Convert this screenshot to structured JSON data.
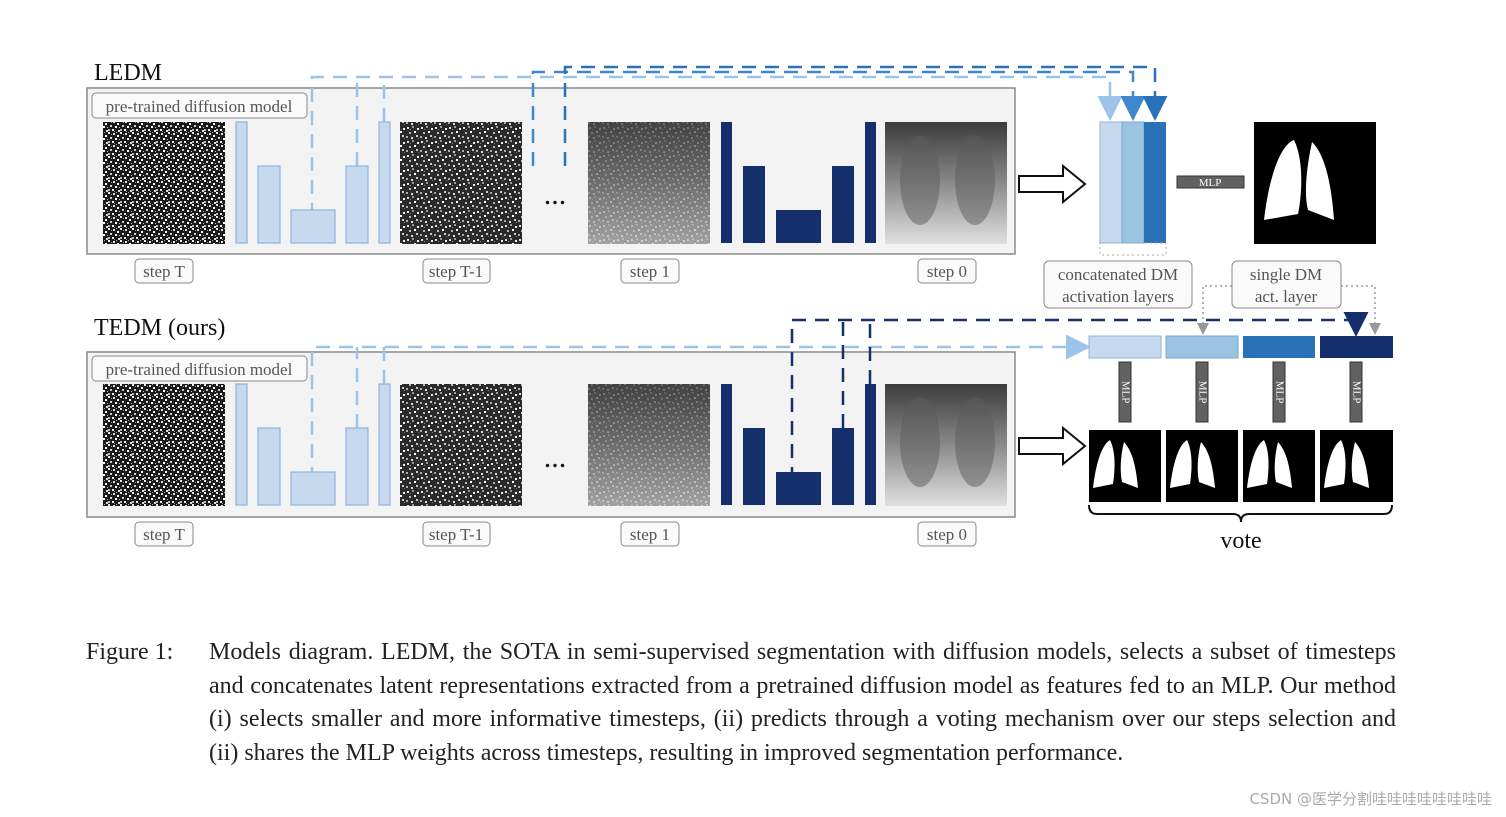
{
  "ledm": {
    "title": "LEDM",
    "box_label": "pre-trained diffusion model",
    "steps": [
      "step T",
      "step T-1",
      "step 1",
      "step 0"
    ],
    "ellipsis": "...",
    "concat_label_line1": "concatenated DM",
    "concat_label_line2": "activation layers",
    "mlp_label": "MLP"
  },
  "tedm": {
    "title": "TEDM (ours)",
    "box_label": "pre-trained diffusion model",
    "steps": [
      "step T",
      "step T-1",
      "step 1",
      "step 0"
    ],
    "ellipsis": "...",
    "single_label_line1": "single DM",
    "single_label_line2": "act. layer",
    "mlp_labels": [
      "MLP",
      "MLP",
      "MLP",
      "MLP"
    ],
    "vote_label": "vote"
  },
  "colors": {
    "light_blue": "#c5d9ef",
    "light_blue_stroke": "#8fb4dc",
    "mid_blue": "#9bc3e2",
    "blue": "#2a72b8",
    "navy": "#142f6b",
    "dash_light": "#9cc4ea",
    "dash_mid": "#3f88cf",
    "box_fill": "#f3f3f3",
    "mlp_gray": "#616161"
  },
  "caption": {
    "label": "Figure 1:",
    "text": "Models diagram. LEDM, the SOTA in semi-supervised segmentation with diffusion models, selects a subset of timesteps and concatenates latent representations extracted from a pretrained diffusion model as features fed to an MLP. Our method (i) selects smaller and more informative timesteps, (ii) predicts through a voting mechanism over our steps selection and (ii) shares the MLP weights across timesteps, resulting in improved segmentation performance."
  },
  "watermark": "CSDN @医学分割哇哇哇哇哇哇哇哇"
}
